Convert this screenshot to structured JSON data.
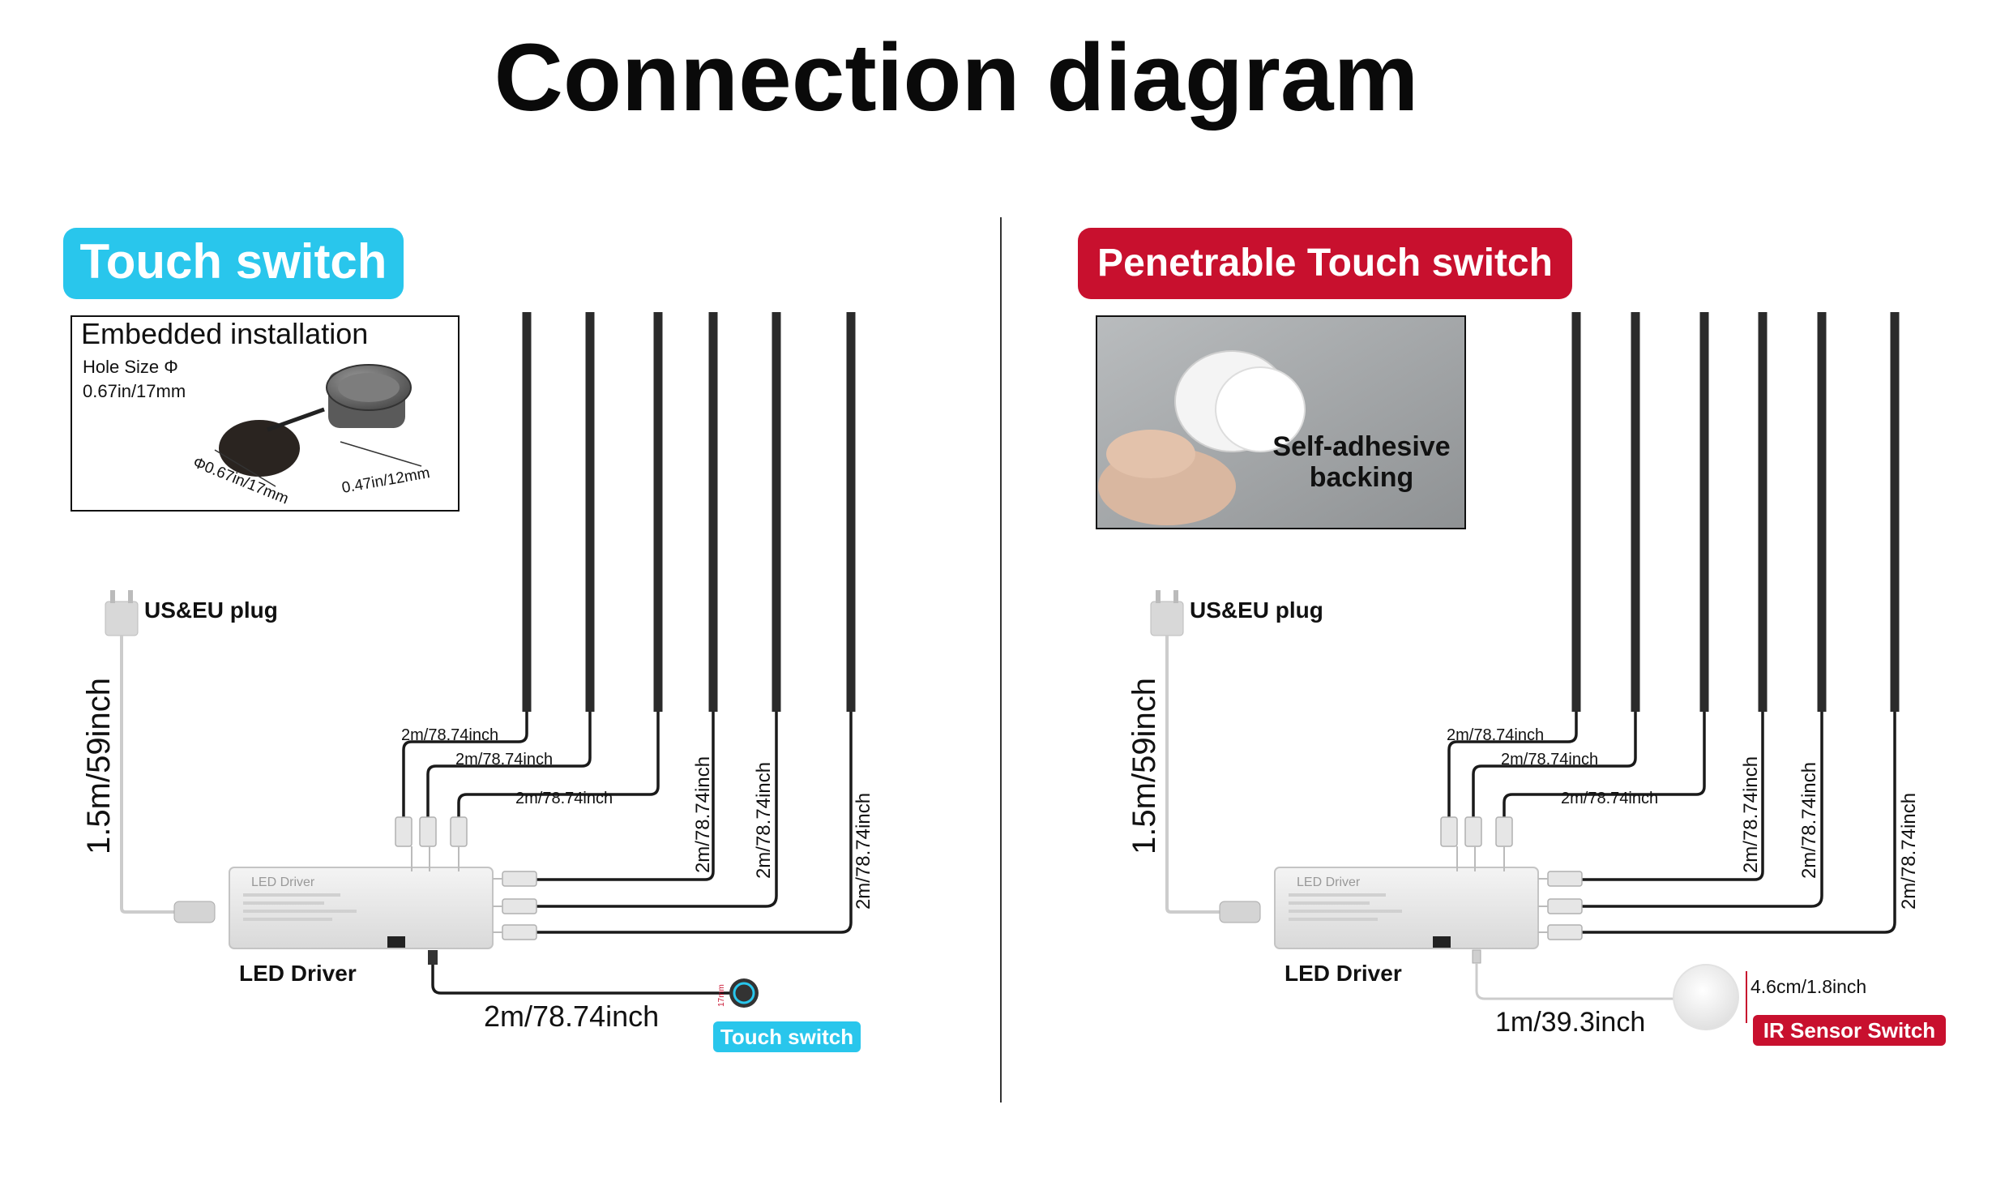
{
  "title": "Connection diagram",
  "colors": {
    "cyan": "#29c6ec",
    "red": "#c8102e",
    "strip": "#2b2b2b",
    "wire": "#1a1a1a"
  },
  "left": {
    "heading": "Touch switch",
    "inset": {
      "title": "Embedded installation",
      "hole_label": "Hole Size Φ",
      "hole_value": "0.67in/17mm",
      "dim_diameter": "Φ0.67in/17mm",
      "dim_depth": "0.47in/12mm"
    },
    "plug_label": "US&EU plug",
    "power_cable": "1.5m/59inch",
    "driver_label": "LED Driver",
    "driver_plate": "LED Driver",
    "cable_labels": [
      "2m/78.74inch",
      "2m/78.74inch",
      "2m/78.74inch",
      "2m/78.74inch",
      "2m/78.74inch",
      "2m/78.74inch"
    ],
    "switch_cable": "2m/78.74inch",
    "switch_size": "17mm",
    "switch_badge": "Touch switch"
  },
  "right": {
    "heading": "Penetrable Touch switch",
    "photo_caption_1": "Self-adhesive",
    "photo_caption_2": "backing",
    "plug_label": "US&EU plug",
    "power_cable": "1.5m/59inch",
    "driver_label": "LED Driver",
    "driver_plate": "LED Driver",
    "cable_labels": [
      "2m/78.74inch",
      "2m/78.74inch",
      "2m/78.74inch",
      "2m/78.74inch",
      "2m/78.74inch",
      "2m/78.74inch"
    ],
    "switch_cable": "1m/39.3inch",
    "sensor_size": "4.6cm/1.8inch",
    "switch_badge": "IR Sensor Switch"
  }
}
